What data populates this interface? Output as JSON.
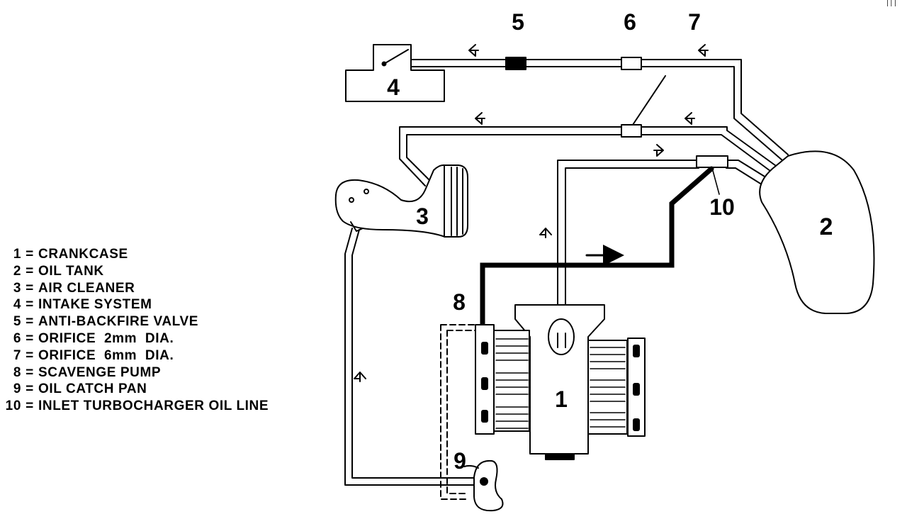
{
  "diagram": {
    "callouts": {
      "crankcase": "1",
      "oil_tank": "2",
      "air_cleaner": "3",
      "intake_system": "4",
      "anti_backfire_valve": "5",
      "orifice_2mm": "6",
      "orifice_6mm": "7",
      "scavenge_pump": "8",
      "oil_catch_pan": "9",
      "inlet_turbocharger_oil_line": "10"
    },
    "corner_mark": "|||"
  },
  "legend": [
    {
      "num": "1",
      "label": "CRANKCASE"
    },
    {
      "num": "2",
      "label": "OIL TANK"
    },
    {
      "num": "3",
      "label": "AIR CLEANER"
    },
    {
      "num": "4",
      "label": "INTAKE SYSTEM"
    },
    {
      "num": "5",
      "label": "ANTI-BACKFIRE VALVE"
    },
    {
      "num": "6",
      "label": "ORIFICE  2mm  DIA."
    },
    {
      "num": "7",
      "label": "ORIFICE  6mm  DIA."
    },
    {
      "num": "8",
      "label": "SCAVENGE PUMP"
    },
    {
      "num": "9",
      "label": "OIL CATCH PAN"
    },
    {
      "num": "10",
      "label": "INLET TURBOCHARGER OIL LINE"
    }
  ],
  "legend_separator": "="
}
